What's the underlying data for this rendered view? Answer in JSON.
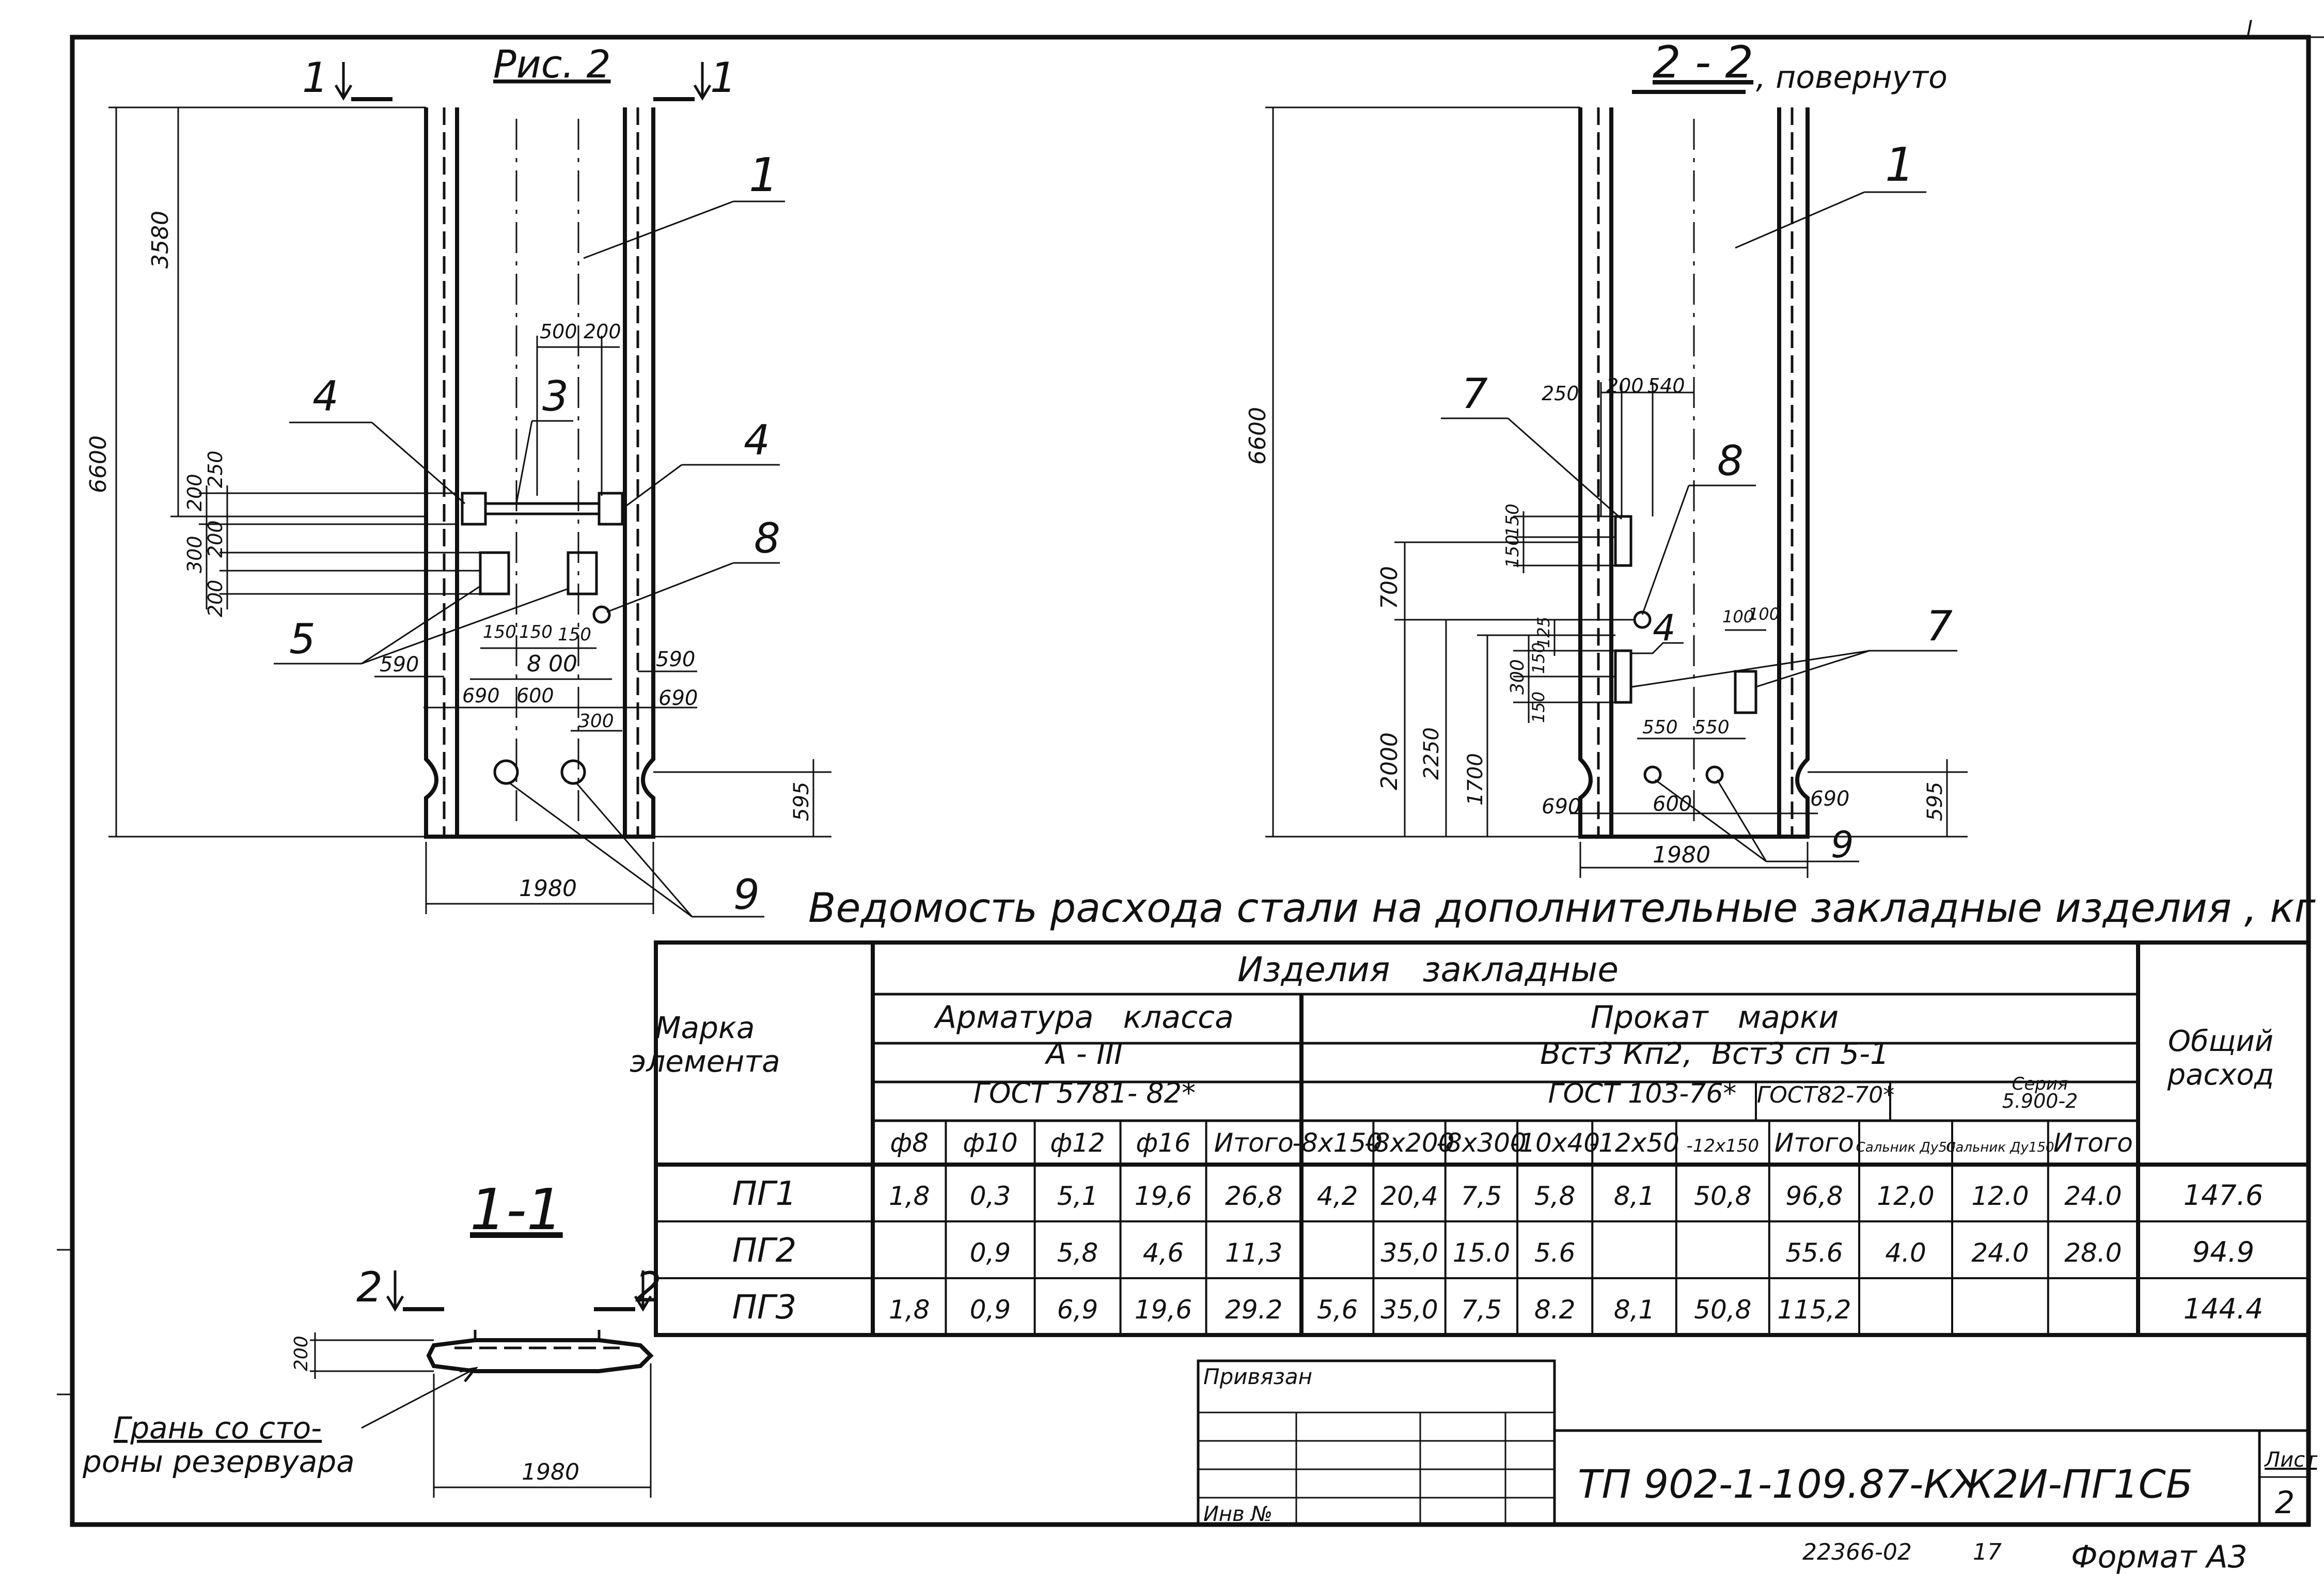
{
  "corner_mark": "I",
  "fig2": {
    "title": "Рис. 2",
    "cut_left": "1",
    "cut_right": "1",
    "dims": {
      "h_total": "6600",
      "h_top": "3580",
      "w500": "500",
      "w200": "200",
      "v250": "250",
      "v200a": "200",
      "v300": "300",
      "v200b": "200",
      "v200c": "200",
      "v150a": "150",
      "v150b": "150",
      "v150c": "150",
      "w800": "8 00",
      "w590l": "590",
      "w590r": "590",
      "w690l": "690",
      "w600": "600",
      "w690r": "690",
      "w300": "300",
      "v595": "595",
      "w1980": "1980"
    },
    "callouts": [
      "1",
      "3",
      "4",
      "4",
      "5",
      "8",
      "9"
    ]
  },
  "sec22": {
    "title": "2 - 2",
    "subtitle": ", повернуто",
    "dims": {
      "h_total": "6600",
      "w250": "250",
      "w200": "200",
      "w540": "540",
      "v150a": "150",
      "v150b": "150",
      "v700": "700",
      "v125": "125",
      "v300": "300",
      "v150c": "150",
      "v150d": "150",
      "w100a": "100",
      "w100b": "100",
      "v2000": "2000",
      "v2250": "2250",
      "v1700": "1700",
      "w550a": "550",
      "w550b": "550",
      "w690l": "690",
      "w600": "600",
      "w690r": "690",
      "v595": "595",
      "w1980": "1980"
    },
    "callouts": [
      "1",
      "7",
      "8",
      "4",
      "7",
      "9"
    ]
  },
  "sec11": {
    "title": "1-1",
    "cut_left": "2",
    "cut_right": "2",
    "dim_200": "200",
    "dim_1980": "1980",
    "note_line1": "Грань со сто-",
    "note_line2": "роны резервуара"
  },
  "table": {
    "title": "Ведомость расхода стали на дополнительные закладные изделия , кг",
    "hdr_mark": [
      "Марка",
      "элемента"
    ],
    "hdr_items": "Изделия   закладные",
    "hdr_rebar": "Арматура   класса",
    "hdr_rebar_class": "А - III",
    "hdr_rebar_gost": "ГОСТ 5781- 82*",
    "hdr_rolled": "Прокат   марки",
    "hdr_rolled_grade": "Вст3 Кп2,  Вст3 сп 5-1",
    "hdr_gost103": "ГОСТ 103-76*",
    "hdr_gost82": "ГОСТ82-70*",
    "hdr_series": [
      "Серия",
      "5.900-2"
    ],
    "hdr_total": [
      "Общий",
      "расход"
    ],
    "columns": [
      "ф8",
      "ф10",
      "ф12",
      "ф16",
      "Итого",
      "-8х150",
      "-8х200",
      "-8х300",
      "-10х40",
      "-12х50",
      "-12х150",
      "Итого",
      "Сальник Ду50",
      "Сальник Ду150",
      "Итого"
    ],
    "rows": [
      {
        "mark": "ПГ1",
        "cells": [
          "1,8",
          "0,3",
          "5,1",
          "19,6",
          "26,8",
          "4,2",
          "20,4",
          "7,5",
          "5,8",
          "8,1",
          "50,8",
          "96,8",
          "12,0",
          "12.0",
          "24.0"
        ],
        "total": "147.6"
      },
      {
        "mark": "ПГ2",
        "cells": [
          "",
          "0,9",
          "5,8",
          "4,6",
          "11,3",
          "",
          "35,0",
          "15.0",
          "5.6",
          "",
          "",
          "55.6",
          "4.0",
          "24.0",
          "28.0"
        ],
        "total": "94.9"
      },
      {
        "mark": "ПГ3",
        "cells": [
          "1,8",
          "0,9",
          "6,9",
          "19,6",
          "29.2",
          "5,6",
          "35,0",
          "7,5",
          "8.2",
          "8,1",
          "50,8",
          "115,2",
          "",
          "",
          ""
        ],
        "total": "144.4"
      }
    ]
  },
  "stamp": {
    "privyazan": "Привязан",
    "inv": "Инв №",
    "code": "ТП 902-1-109.87-КЖ2И-ПГ1СБ",
    "sheet_label": "Лист",
    "sheet_no": "2"
  },
  "footer": {
    "order": "22366-02",
    "page": "17",
    "format": "Формат А3"
  }
}
